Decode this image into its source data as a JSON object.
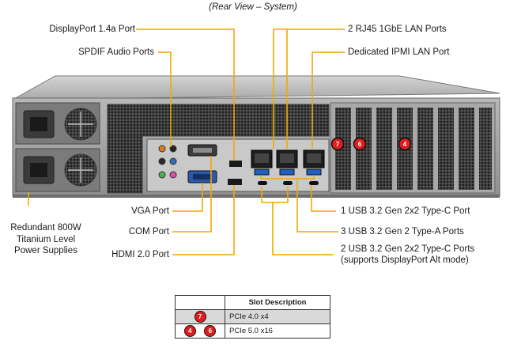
{
  "caption": "(Rear View – System)",
  "callouts": {
    "displayport": "DisplayPort 1.4a Port",
    "spdif": "SPDIF Audio Ports",
    "rj45": "2 RJ45 1GbE LAN Ports",
    "ipmi": "Dedicated IPMI LAN Port",
    "vga": "VGA Port",
    "com": "COM Port",
    "hdmi": "HDMI 2.0 Port",
    "usb_c_2x2": "1 USB 3.2 Gen 2x2 Type-C Port",
    "usb_a": "3 USB 3.2 Gen 2 Type-A Ports",
    "usb_c_dp_line1": "2 USB 3.2 Gen 2x2 Type-C Ports",
    "usb_c_dp_line2": "(supports DisplayPort Alt mode)",
    "psu_line1": "Redundant 800W",
    "psu_line2": "Titanium Level",
    "psu_line3": "Power Supplies"
  },
  "slot_badges": [
    "7",
    "6",
    "4"
  ],
  "table": {
    "header": "Slot Description",
    "rows": [
      {
        "badges": [
          "7"
        ],
        "description": "PCIe 4.0 x4"
      },
      {
        "badges": [
          "4",
          "6"
        ],
        "description": "PCIe 5.0 x16"
      }
    ]
  },
  "colors": {
    "leader": "#f2a900",
    "badge": "#e11d1d",
    "chassis": "#9a9a9a"
  }
}
